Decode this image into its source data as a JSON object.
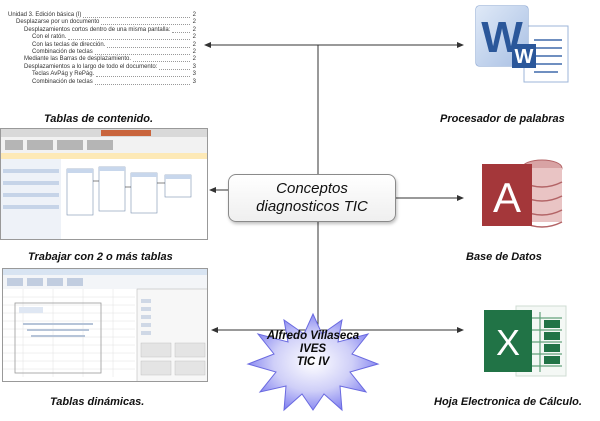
{
  "center": {
    "line1": "Conceptos",
    "line2": "diagnosticos TIC"
  },
  "author": {
    "line1": "Alfredo Villaseca",
    "line2": "IVES",
    "line3": "TIC IV"
  },
  "nodes": {
    "tabla_contenido": "Tablas de contenido.",
    "procesador": "Procesador de palabras",
    "trabajar_tablas": "Trabajar con 2 o más tablas",
    "base_datos": "Base de Datos",
    "tablas_dinamicas": "Tablas dinámicas.",
    "hoja_calculo": "Hoja Electronica de Cálculo."
  },
  "toc": [
    {
      "label": "Unidad 3. Edición básica (I)",
      "page": "2",
      "indent": 0
    },
    {
      "label": "Desplazarse por un documento",
      "page": "2",
      "indent": 1
    },
    {
      "label": "Desplazamientos cortos dentro de una misma pantalla:",
      "page": "2",
      "indent": 2
    },
    {
      "label": "Con el ratón.",
      "page": "2",
      "indent": 3
    },
    {
      "label": "Con las teclas de dirección.",
      "page": "2",
      "indent": 3
    },
    {
      "label": "Combinación de teclas",
      "page": "2",
      "indent": 3
    },
    {
      "label": "Mediante las Barras de desplazamiento.",
      "page": "2",
      "indent": 2
    },
    {
      "label": "Desplazamientos a lo largo de todo el documento:",
      "page": "3",
      "indent": 2
    },
    {
      "label": "Teclas AvPág y RePág.",
      "page": "3",
      "indent": 3
    },
    {
      "label": "Combinación de teclas",
      "page": "3",
      "indent": 3
    }
  ],
  "icons": {
    "word": "W",
    "access": "A",
    "excel": "X"
  },
  "colors": {
    "word": "#2b579a",
    "access": "#a4373a",
    "excel": "#217346",
    "burst": "#7b7bf0"
  }
}
